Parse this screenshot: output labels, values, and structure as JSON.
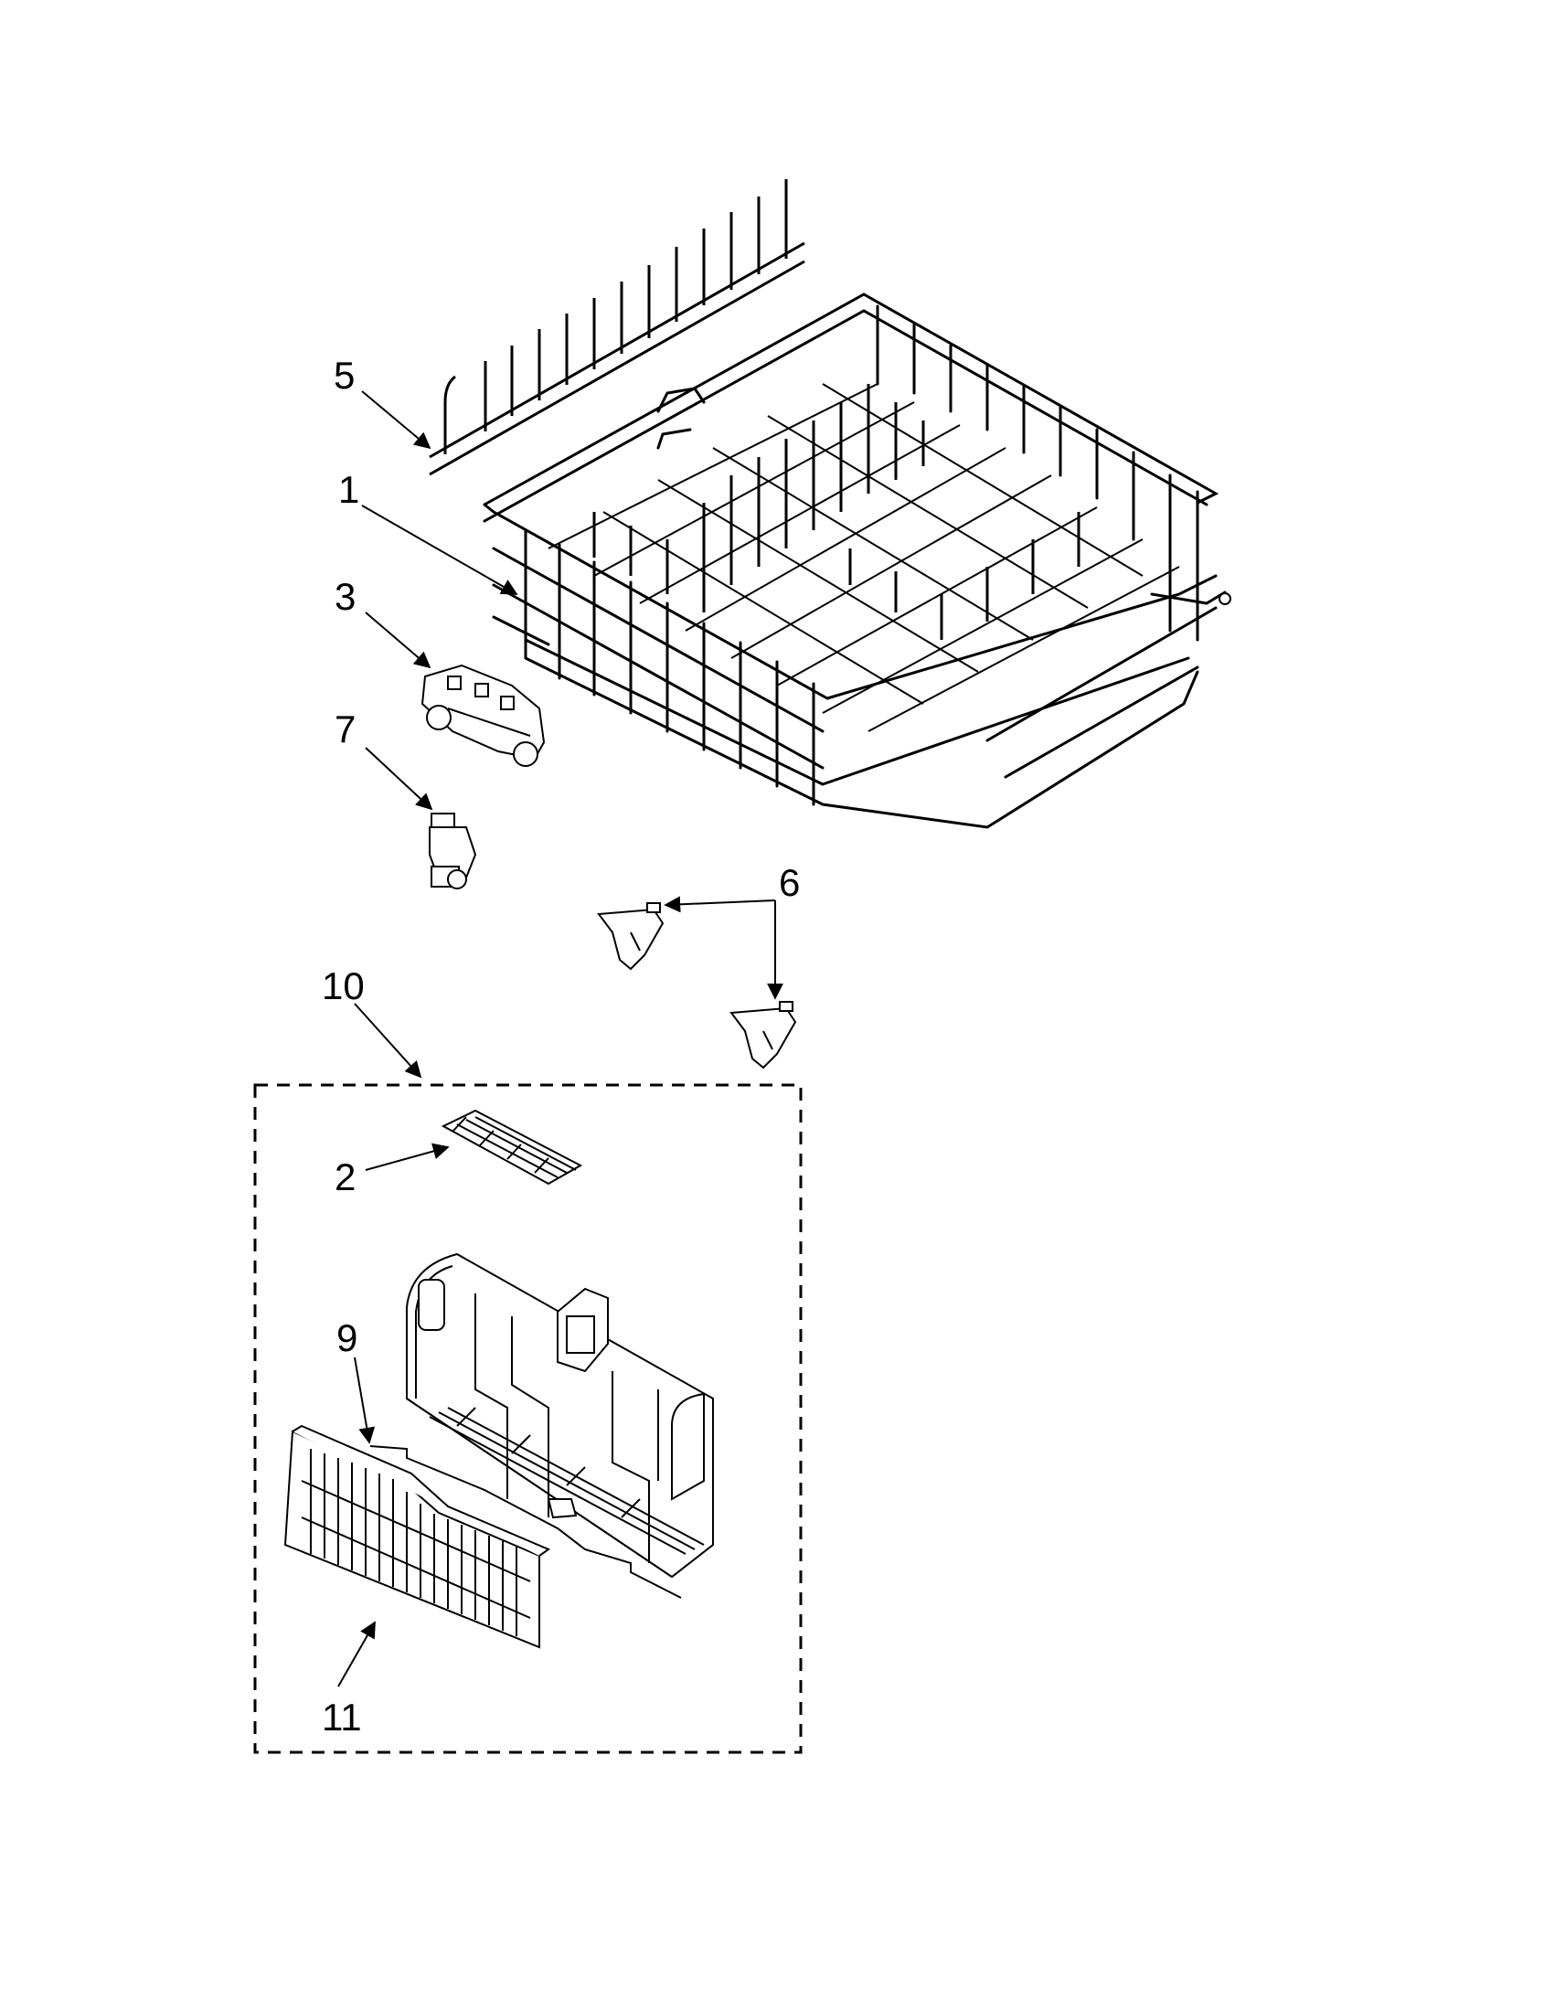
{
  "callouts": {
    "c1": "1",
    "c2": "2",
    "c3": "3",
    "c5": "5",
    "c6": "6",
    "c7": "7",
    "c9": "9",
    "c10": "10",
    "c11": "11"
  },
  "colors": {
    "ink": "#000000",
    "paper": "#ffffff"
  }
}
